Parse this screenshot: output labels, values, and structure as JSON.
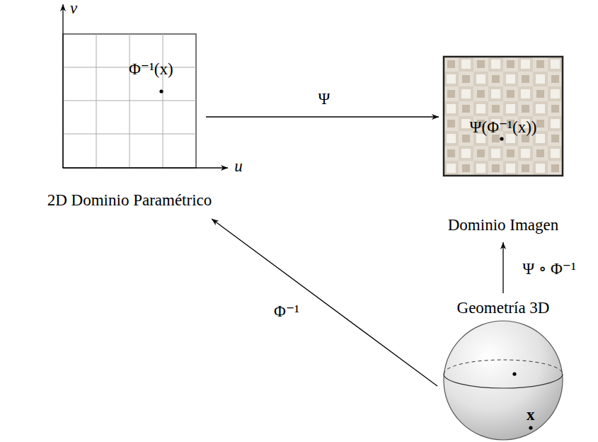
{
  "diagram": {
    "nodes": [
      {
        "text": [
          "Φ⁻¹(x)",
          "2D Dominio Paramétrico"
        ]
      },
      {
        "text": [
          "Ψ(Φ⁻¹(x))",
          "Dominio Imagen"
        ]
      },
      {
        "text": [
          "Geometría 3D",
          "x"
        ]
      }
    ],
    "edges": [
      {
        "from": 0,
        "to": 1,
        "label": "Ψ",
        "arrow": "to"
      },
      {
        "from": 2,
        "to": 0,
        "label": "Φ⁻¹",
        "arrow": "to"
      },
      {
        "from": 2,
        "to": 1,
        "label": "Ψ ∘ Φ⁻¹",
        "arrow": "to"
      }
    ],
    "labels": [
      "u",
      "v"
    ]
  }
}
